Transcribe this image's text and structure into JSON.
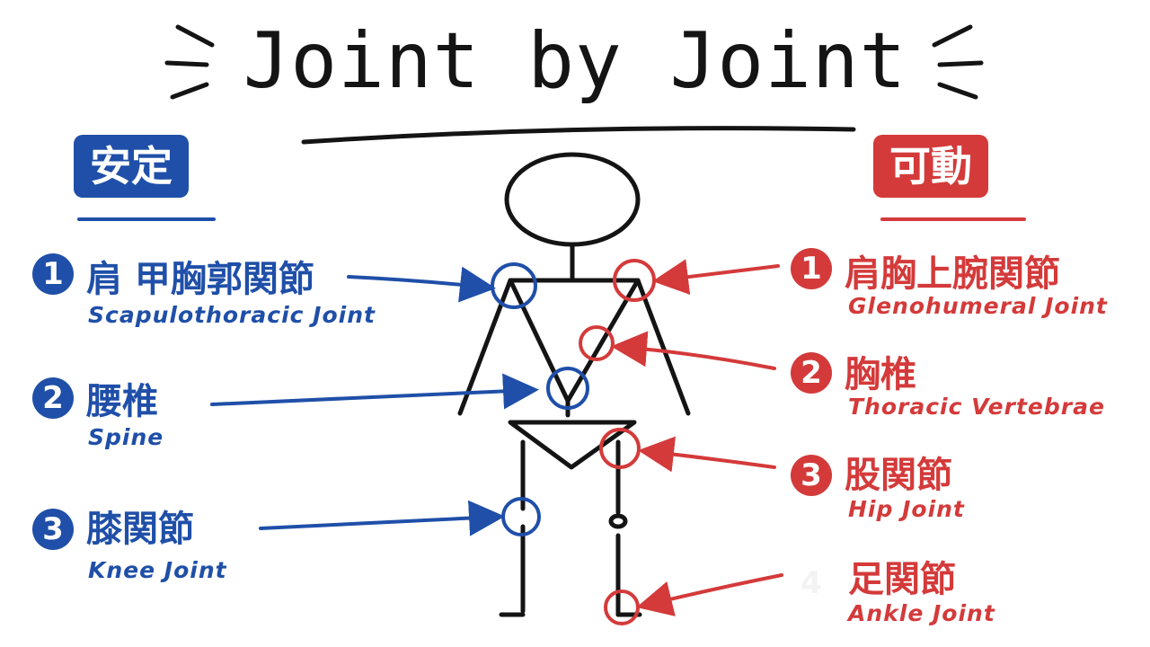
{
  "title": "Joint by Joint",
  "stable": {
    "heading": "安定",
    "color": "#1f4fa8",
    "items": [
      {
        "num": "1",
        "ja": "肩 甲胸郭関節",
        "en": "Scapulothoracic Joint"
      },
      {
        "num": "2",
        "ja": "腰椎",
        "en": "Spine"
      },
      {
        "num": "3",
        "ja": "膝関節",
        "en": "Knee Joint"
      }
    ]
  },
  "mobile": {
    "heading": "可動",
    "color": "#d43a3a",
    "items": [
      {
        "num": "1",
        "ja": "肩胸上腕関節",
        "en": "Glenohumeral Joint"
      },
      {
        "num": "2",
        "ja": "胸椎",
        "en": "Thoracic Vertebrae"
      },
      {
        "num": "3",
        "ja": "股関節",
        "en": "Hip Joint"
      },
      {
        "num": "4",
        "ja": "足関節",
        "en": "Ankle Joint"
      }
    ]
  }
}
